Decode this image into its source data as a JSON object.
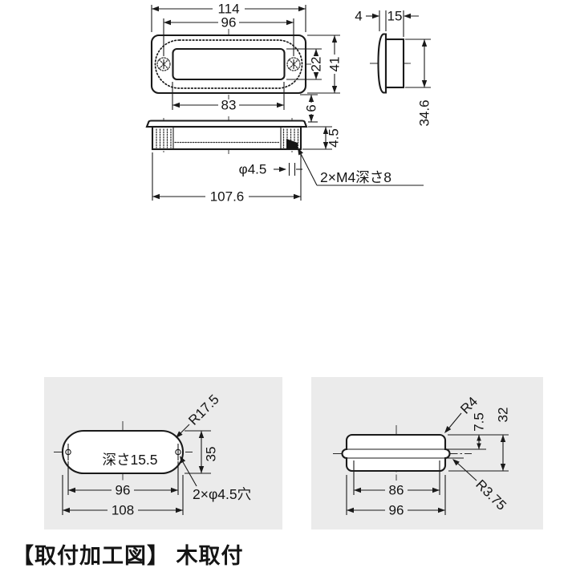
{
  "caption": "【取付加工図】 木取付",
  "colors": {
    "line": "#1a1a1a",
    "panel": "#ebebeb",
    "background": "#ffffff"
  },
  "front_view": {
    "overall_width": "114",
    "hole_pitch": "96",
    "opening_width": "83",
    "opening_height": "22",
    "overall_height": "41",
    "flange_protrusion": "6",
    "lip_depth": "4.5"
  },
  "side_view": {
    "flange_thickness": "4",
    "body_depth": "15",
    "body_height": "34.6"
  },
  "section_view": {
    "hole_diameter": "φ4.5",
    "body_length": "107.6",
    "tap_note": "2×M4深さ8"
  },
  "face_cutout": {
    "corner_radius": "R17.5",
    "depth_note": "深さ15.5",
    "height": "35",
    "hole_pitch": "96",
    "length": "108",
    "holes_note": "2×φ4.5穴"
  },
  "edge_cutout": {
    "corner_radius": "R4",
    "notch_offset": "7.5",
    "height": "32",
    "notch_radius": "R3.75",
    "inner_length": "86",
    "length": "96"
  }
}
